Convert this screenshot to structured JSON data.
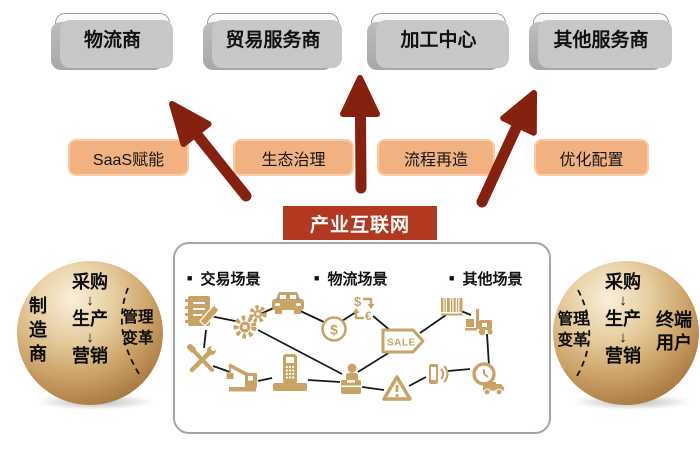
{
  "colors": {
    "arrow": "#86200F",
    "hub_bg": "#B2391F",
    "enabler_bg": "#F2B180",
    "icon_tan": "#C9A365",
    "sphere_bronze": "#C99A5B"
  },
  "top_boxes": [
    {
      "label": "物流商"
    },
    {
      "label": "贸易服务商"
    },
    {
      "label": "加工中心"
    },
    {
      "label": "其他服务商"
    }
  ],
  "enablers": [
    {
      "label": "SaaS赋能"
    },
    {
      "label": "生态治理"
    },
    {
      "label": "流程再造"
    },
    {
      "label": "优化配置"
    }
  ],
  "hub": {
    "label": "产业互联网"
  },
  "panel": {
    "bullet": "■",
    "legend": [
      {
        "label": "交易场景"
      },
      {
        "label": "物流场景"
      },
      {
        "label": "其他场景"
      }
    ],
    "icons": [
      "contract-icon",
      "gears-icon",
      "vehicle-icon",
      "dollar-coin-icon",
      "currency-exchange-icon",
      "barcode-icon",
      "forklift-icon",
      "sale-tag-icon",
      "tools-icon",
      "crane-icon",
      "desk-phone-icon",
      "person-luggage-icon",
      "warning-icon",
      "mobile-signal-icon",
      "delivery-clock-truck-icon"
    ],
    "icon_texts": {
      "coin": "$",
      "exchange_from": "$",
      "exchange_to": "€",
      "sale": "SALE"
    }
  },
  "left_sphere": {
    "role": "制造商",
    "steps": [
      "采购",
      "生产",
      "营销"
    ],
    "arrow": "↓",
    "reform": "管理变革"
  },
  "right_sphere": {
    "role": "终端用户",
    "steps": [
      "采购",
      "生产",
      "营销"
    ],
    "arrow": "↓",
    "reform": "管理变革"
  }
}
